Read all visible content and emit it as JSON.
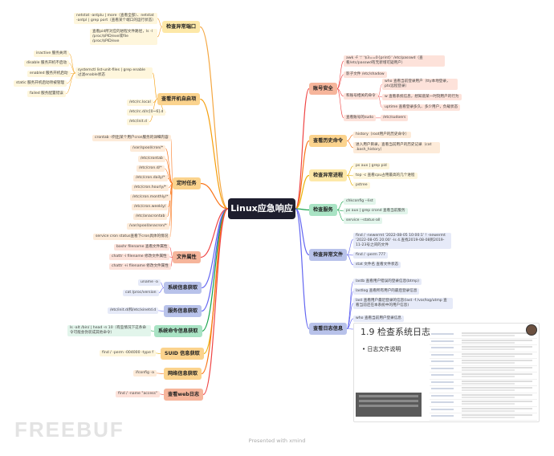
{
  "center": "Linux应急响应",
  "left_branches": [
    {
      "label": "检查异常端口",
      "color": "#fde8a8",
      "line": "#f4a742"
    },
    {
      "label": "查看开机自启项",
      "color": "#fbd38d",
      "line": "#f59e0b"
    },
    {
      "label": "定时任务",
      "color": "#fbd38d",
      "line": "#f97316"
    },
    {
      "label": "文件属性",
      "color": "#f6b59b",
      "line": "#ef4444"
    },
    {
      "label": "系统信息获取",
      "color": "#b8c2ea",
      "line": "#6366f1"
    },
    {
      "label": "服务信息获取",
      "color": "#b8c2ea",
      "line": "#6366f1"
    },
    {
      "label": "系统命令信息获取",
      "color": "#a9e3c4",
      "line": "#16a34a"
    },
    {
      "label": "SUID 信息获取",
      "color": "#fbd38d",
      "line": "#eab308"
    },
    {
      "label": "网络信息获取",
      "color": "#fbd38d",
      "line": "#f97316"
    },
    {
      "label": "查看web日志",
      "color": "#f6b59b",
      "line": "#ef4444"
    }
  ],
  "right_branches": [
    {
      "label": "账号安全",
      "color": "#f6b59b",
      "line": "#ef4444"
    },
    {
      "label": "查看历史命令",
      "color": "#fbd38d",
      "line": "#f97316"
    },
    {
      "label": "检查异常进程",
      "color": "#fde8a8",
      "line": "#eab308"
    },
    {
      "label": "检查服务",
      "color": "#a9e3c4",
      "line": "#16a34a"
    },
    {
      "label": "检查异常文件",
      "color": "#b8c2ea",
      "line": "#6366f1"
    },
    {
      "label": "查看日志信息",
      "color": "#b8c2ea",
      "line": "#6366f1"
    }
  ],
  "leaves": {
    "ports": [
      "netstat -antplu | more（查看全部）、netstat -antpl | grep port（查看某个端口的运行状态）",
      "查看pid所对应的进程文件路径，ls -l /proc/$PID/exe或file /proc/$PID/exe"
    ],
    "autostart_states": [
      "inactive    服务关闭",
      "disable    服务开机不启动",
      "enabled    服务开机启动",
      "static    服务开机启动项被管理",
      "failed    服务配置错误"
    ],
    "autostart_cmd": "systemctl list-unit-files | grep enable  过滤enable状态",
    "autostart_paths": [
      "/etc/rc.local",
      "/etc/rc.d/rc[0~6].d",
      "/etc/init.d"
    ],
    "cron": [
      "crontab -l列出某个用户cron服务的详细内容",
      "/var/spool/cron/*",
      "/etc/crontab",
      "/etc/cron.d/*",
      "/etc/cron.daily/*",
      "/etc/cron.hourly/*",
      "/etc/cron.monthly/*",
      "/etc/cron.weekly/",
      "/etc/anacrontab",
      "/var/spool/anacron/*",
      "service cron status查看下cron具体的情况"
    ],
    "attr": [
      "bashr filename 查看文件属性",
      "chattr -i filename 修改文件属性",
      "chattr +i filename 修改文件属性"
    ],
    "sysinfo": [
      "uname -a",
      "cat /proc/version"
    ],
    "service_info": "/etc/init.d/和/etc/xinetd.d",
    "cmd_info": "ls -alt /bin/ | head -n 10（有些情况下这条命令可能会伪装成其他命令）",
    "suid": "find / -perm -004000 -type f",
    "net": "ifconfig  -a",
    "web": "find / -name \"access\"",
    "account": [
      "awk -F ':' '$3==0{print}' /etc/passwd（查看/etc/passwd有无新增可疑用户）",
      "影子文件 /etc/shadow",
      "who 查看当前登录用户（tty本地登录，pts远程登录）",
      "w 查看系统信息，想知道某一时刻用户的行为",
      "uptime 查看登录多久、多少用户，负载状态",
      "/etc/sudoers"
    ],
    "account_mid": [
      "和账号相关的命令",
      "查看账号的sudo"
    ],
    "history": [
      "history（root用户的历史命令）",
      "进入用户目录，查看当前用户的历史记录（cat .bash_history）"
    ],
    "process": [
      "ps aux | grep pid",
      "top -c 查看cpu占用最高的几个进程",
      "pstree"
    ],
    "services": [
      "chkconfig --list",
      "ps aux | grep crond 查看当前服务",
      "service --status-all"
    ],
    "files": [
      "find / -newermt '2022-08-05 10:00:1' ! -newermt '2022-08-05 20:00' -ls 4.查找2019-08-08到2019-11-23号之间的文件",
      "find / -perm 777",
      "stat 文件名 查看文件状态"
    ],
    "logs": [
      "lastb 查看用户错误的登录信息(btmp)",
      "lastlog 查看所有用户的最后登录信息",
      "last 查看用户最近登录的信息(last -f /var/log/utmp 查看当前还在本系统中的用户信息)",
      "who 查看当前用户登录信息"
    ]
  },
  "doc": {
    "title": "1.9 检查系统日志",
    "bullet": "• 日志文件说明"
  },
  "footer": "Presented with xmind",
  "watermark": "FREEBUF"
}
